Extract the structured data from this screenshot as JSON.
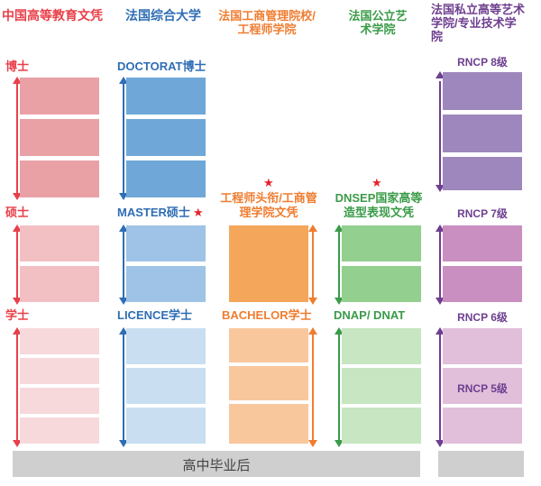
{
  "columns": {
    "china": {
      "header": "中国高等教育文凭",
      "levels": {
        "phd": "博士",
        "master": "硕士",
        "bachelor": "学士"
      }
    },
    "university": {
      "header": "法国综合大学",
      "doctorat": "DOCTORAT博士",
      "master": "MASTER硕士",
      "licence": "LICENCE学士"
    },
    "grandes_ecoles": {
      "header": "法国工商管理院校/工程师学院",
      "title_top": "工程师头衔/工商管理学院文凭",
      "bachelor": "BACHELOR学士"
    },
    "art": {
      "header": "法国公立艺术学院",
      "dnsep": "DNSEP国家高等造型表现文凭",
      "dnap": "DNAP/ DNAT"
    },
    "private": {
      "header": "法国私立高等艺术学院/专业技术学院",
      "rncp8": "RNCP 8级",
      "rncp7": "RNCP 7级",
      "rncp6": "RNCP 6级",
      "rncp5": "RNCP 5级"
    }
  },
  "baseline": {
    "label": "高中毕业后"
  },
  "colors": {
    "red_text": "#e8404a",
    "blue_text": "#2f6db4",
    "orange_text": "#ef7d30",
    "green_text": "#3a9b48",
    "purple_text": "#6e3f8f",
    "star": "#e8202a"
  }
}
